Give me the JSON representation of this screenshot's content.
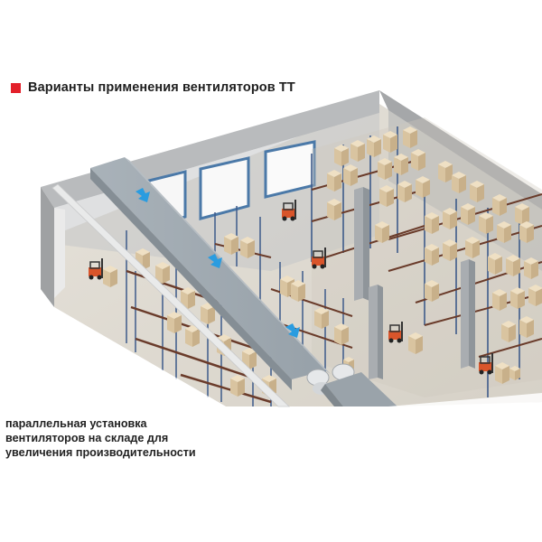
{
  "heading": {
    "marker_color": "#e3202a",
    "title": "Варианты применения вентиляторов ТТ"
  },
  "illustration": {
    "subject": "warehouse-3d-cutaway",
    "elements": [
      "ventilation-duct",
      "airflow-arrows",
      "inline-fans",
      "storage-racks",
      "cardboard-boxes",
      "forklifts",
      "loading-doors",
      "support-columns"
    ],
    "arrow_count": 3,
    "fan_count": 2,
    "colors": {
      "wall": "#a9abad",
      "wall_inner": "#b8babc",
      "floor": "#ddd9d0",
      "duct": "#9ea7ae",
      "arrow": "#2a9ce0",
      "rack": "#3d5a8a",
      "box": "#e2cfae",
      "forklift": "#d9552b",
      "door_frame": "#4b79a8"
    }
  },
  "caption": {
    "lines": [
      "параллельная установка",
      "вентиляторов на складе для",
      "увеличения производительности"
    ]
  }
}
